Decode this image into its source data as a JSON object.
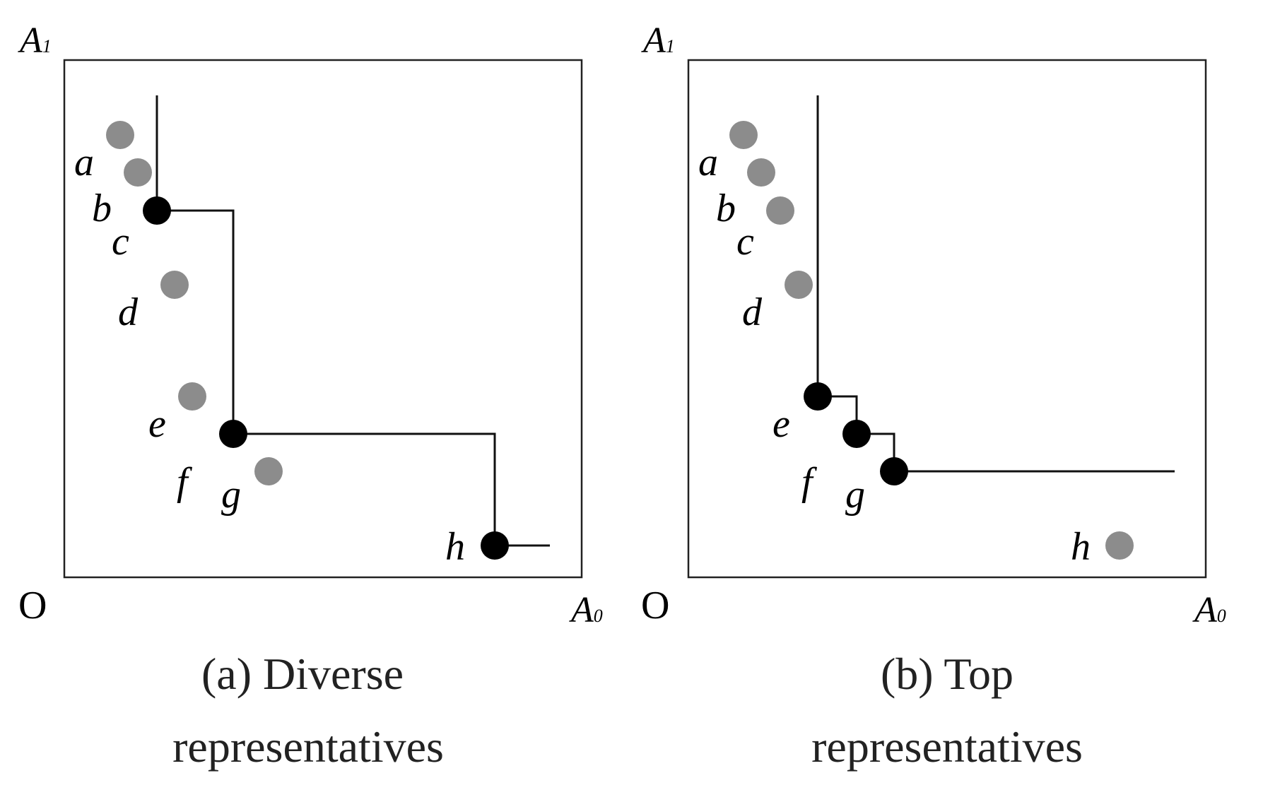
{
  "axes": {
    "y_label_main": "A",
    "y_label_sub": "1",
    "x_label_main": "A",
    "x_label_sub": "0",
    "origin": "O"
  },
  "colors": {
    "selected": "#000000",
    "unselected": "#8c8c8c",
    "line": "#111111",
    "frame": "#222222"
  },
  "panels": [
    {
      "id": "diverse",
      "caption_line1": "(a) Diverse",
      "caption_line2": "representatives",
      "points": [
        {
          "label": "a",
          "state": "unselected"
        },
        {
          "label": "b",
          "state": "unselected"
        },
        {
          "label": "c",
          "state": "selected"
        },
        {
          "label": "d",
          "state": "unselected"
        },
        {
          "label": "e",
          "state": "unselected"
        },
        {
          "label": "f",
          "state": "selected"
        },
        {
          "label": "g",
          "state": "unselected"
        },
        {
          "label": "h",
          "state": "selected"
        }
      ]
    },
    {
      "id": "top",
      "caption_line1": "(b) Top",
      "caption_line2": "representatives",
      "points": [
        {
          "label": "a",
          "state": "unselected"
        },
        {
          "label": "b",
          "state": "unselected"
        },
        {
          "label": "c",
          "state": "unselected"
        },
        {
          "label": "d",
          "state": "unselected"
        },
        {
          "label": "e",
          "state": "selected"
        },
        {
          "label": "f",
          "state": "selected"
        },
        {
          "label": "g",
          "state": "selected"
        },
        {
          "label": "h",
          "state": "unselected"
        }
      ]
    }
  ]
}
